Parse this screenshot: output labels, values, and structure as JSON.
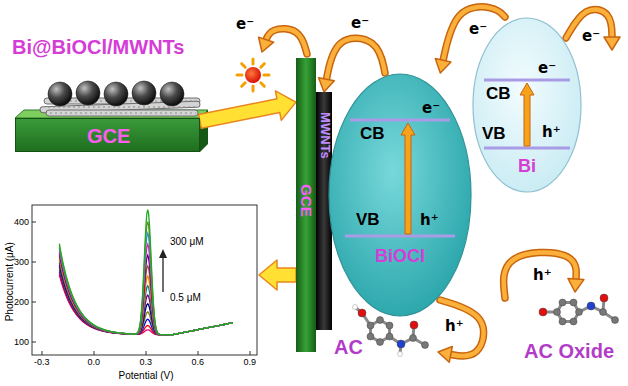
{
  "diagram": {
    "nodes": [
      {
        "text": [
          "GCE"
        ]
      },
      {
        "text": [
          "GCE"
        ]
      },
      {
        "text": [
          "MWNTs"
        ]
      },
      {
        "text": [
          "CB",
          "e⁻",
          "VB",
          "h⁺",
          "BiOCl"
        ]
      },
      {
        "text": [
          "CB",
          "e⁻",
          "VB",
          "h⁺",
          "Bi"
        ]
      }
    ],
    "edges": [
      {
        "from": 0,
        "to": 1,
        "arrow": "to"
      },
      {
        "from": 4,
        "to": 3,
        "label": "e⁻",
        "arrow": "to"
      },
      {
        "from": 3,
        "to": 2,
        "label": "e⁻",
        "arrow": "to"
      }
    ],
    "labels": [
      "Bi@BiOCl/MWNTs",
      "e⁻",
      "e⁻",
      "h⁺",
      "h⁺",
      "AC",
      "AC Oxide",
      "400",
      "300",
      "200",
      "100",
      "-0.3",
      "0.0",
      "0.3",
      "0.6",
      "0.9",
      "Photocurrent (μA)",
      "Potential (V)",
      "300 μM",
      "0.5 μM"
    ]
  }
}
